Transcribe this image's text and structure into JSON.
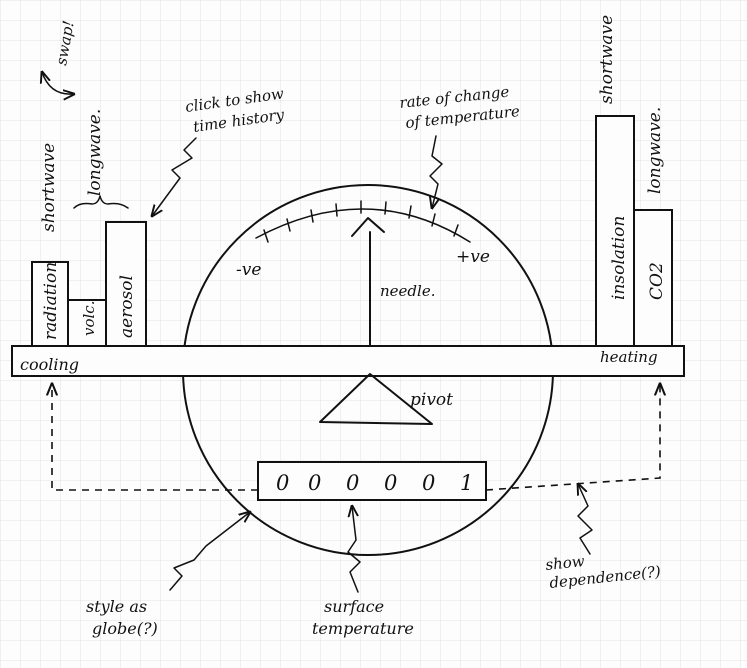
{
  "beam": {
    "left_label": "cooling",
    "right_label": "heating"
  },
  "gauge": {
    "minus_label": "-ve",
    "plus_label": "+ve",
    "needle_label": "needle.",
    "pivot_label": "pivot",
    "rate_note_line1": "rate of change",
    "rate_note_line2": "of temperature"
  },
  "cooling_bars": {
    "radiation": "radiation",
    "volcanic": "volc.",
    "aerosol": "aerosol",
    "shortwave": "shortwave",
    "longwave": "longwave.",
    "swap": "swap!"
  },
  "heating_bars": {
    "insolation": "insolation",
    "co2": "CO2",
    "shortwave": "shortwave",
    "longwave": "longwave."
  },
  "notes": {
    "click_line1": "click to show",
    "click_line2": "time history",
    "globe_line1": "style as",
    "globe_line2": "globe(?)",
    "surface_line1": "surface",
    "surface_line2": "temperature",
    "dependence_line1": "show",
    "dependence_line2": "dependence(?)"
  },
  "counter": {
    "digits": [
      "0",
      "0",
      "0",
      "0",
      "0",
      "1"
    ]
  }
}
